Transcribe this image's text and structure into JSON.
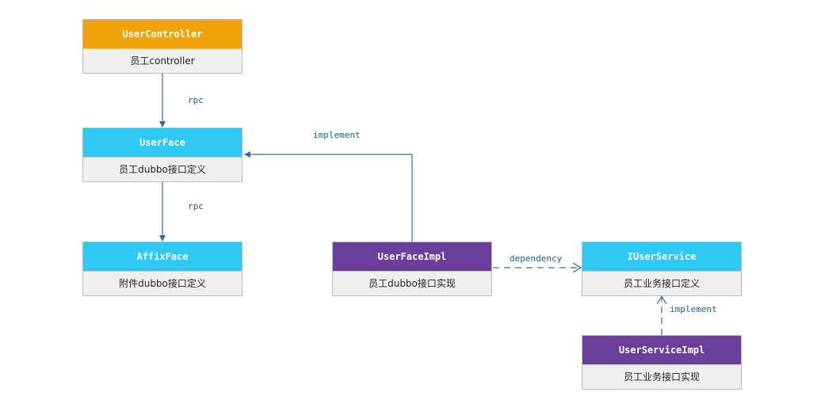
{
  "colors": {
    "controller": "#f0a30a",
    "interface": "#30c8f5",
    "implementation": "#6a3f9b",
    "connector": "#2e6f97"
  },
  "nodes": {
    "user_controller": {
      "title": "UserController",
      "desc": "员工controller"
    },
    "user_face": {
      "title": "UserFace",
      "desc": "员工dubbo接口定义"
    },
    "affix_face": {
      "title": "AffixFace",
      "desc": "附件dubbo接口定义"
    },
    "user_face_impl": {
      "title": "UserFaceImpl",
      "desc": "员工dubbo接口实现"
    },
    "iuser_service": {
      "title": "IUserService",
      "desc": "员工业务接口定义"
    },
    "user_service_impl": {
      "title": "UserServiceImpl",
      "desc": "员工业务接口实现"
    }
  },
  "edges": {
    "controller_to_face": "rpc",
    "face_to_affix": "rpc",
    "faceimpl_implements_face": "implement",
    "faceimpl_depends_service": "dependency",
    "serviceimpl_implements_service": "implement"
  }
}
